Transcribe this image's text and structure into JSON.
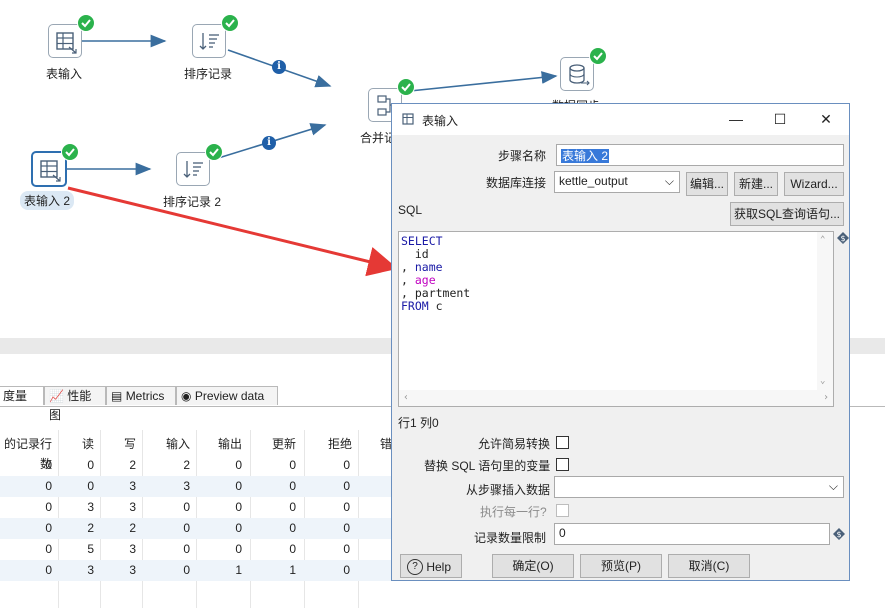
{
  "canvas": {
    "steps": {
      "table_input_1": "表输入",
      "sort_rows_1": "排序记录",
      "merge_join": "合并记",
      "data_sync": "数据同步",
      "table_input_2": "表输入 2",
      "sort_rows_2": "排序记录 2"
    },
    "hop_info": "i"
  },
  "bottom": {
    "tabs": [
      "度量",
      "性能图",
      "Metrics",
      "Preview data"
    ],
    "columns": [
      "的记录行数",
      "读",
      "写",
      "输入",
      "输出",
      "更新",
      "拒绝",
      "错"
    ],
    "rows": [
      [
        "0",
        "0",
        "2",
        "2",
        "0",
        "0",
        "0"
      ],
      [
        "0",
        "0",
        "3",
        "3",
        "0",
        "0",
        "0"
      ],
      [
        "0",
        "3",
        "3",
        "0",
        "0",
        "0",
        "0"
      ],
      [
        "0",
        "2",
        "2",
        "0",
        "0",
        "0",
        "0"
      ],
      [
        "0",
        "5",
        "3",
        "0",
        "0",
        "0",
        "0"
      ],
      [
        "0",
        "3",
        "3",
        "0",
        "1",
        "1",
        "0"
      ]
    ]
  },
  "dialog": {
    "title": "表输入",
    "step_name_label": "步骤名称",
    "step_name_value": "表输入 2",
    "db_conn_label": "数据库连接",
    "db_conn_value": "kettle_output",
    "edit_button": "编辑...",
    "new_button": "新建...",
    "wizard_button": "Wizard...",
    "sql_label": "SQL",
    "get_sql_button": "获取SQL查询语句...",
    "sql": {
      "l1": "SELECT",
      "l2": "  id",
      "l3a": ", ",
      "l3b": "name",
      "l4a": ", ",
      "l4b": "age",
      "l5": ", partment",
      "l6a": "FROM",
      "l6b": " c"
    },
    "cursor_pos": "行1 列0",
    "lazy_conversion_label": "允许简易转换",
    "replace_vars_label": "替换 SQL 语句里的变量",
    "insert_from_step_label": "从步骤插入数据",
    "insert_from_step_value": "",
    "execute_each_row_label": "执行每一行?",
    "limit_label": "记录数量限制",
    "limit_value": "0",
    "help_button": "Help",
    "ok_button": "确定(O)",
    "preview_button": "预览(P)",
    "cancel_button": "取消(C)",
    "colors": {
      "accent": "#2e6fb0",
      "selection": "#3879d9"
    }
  }
}
